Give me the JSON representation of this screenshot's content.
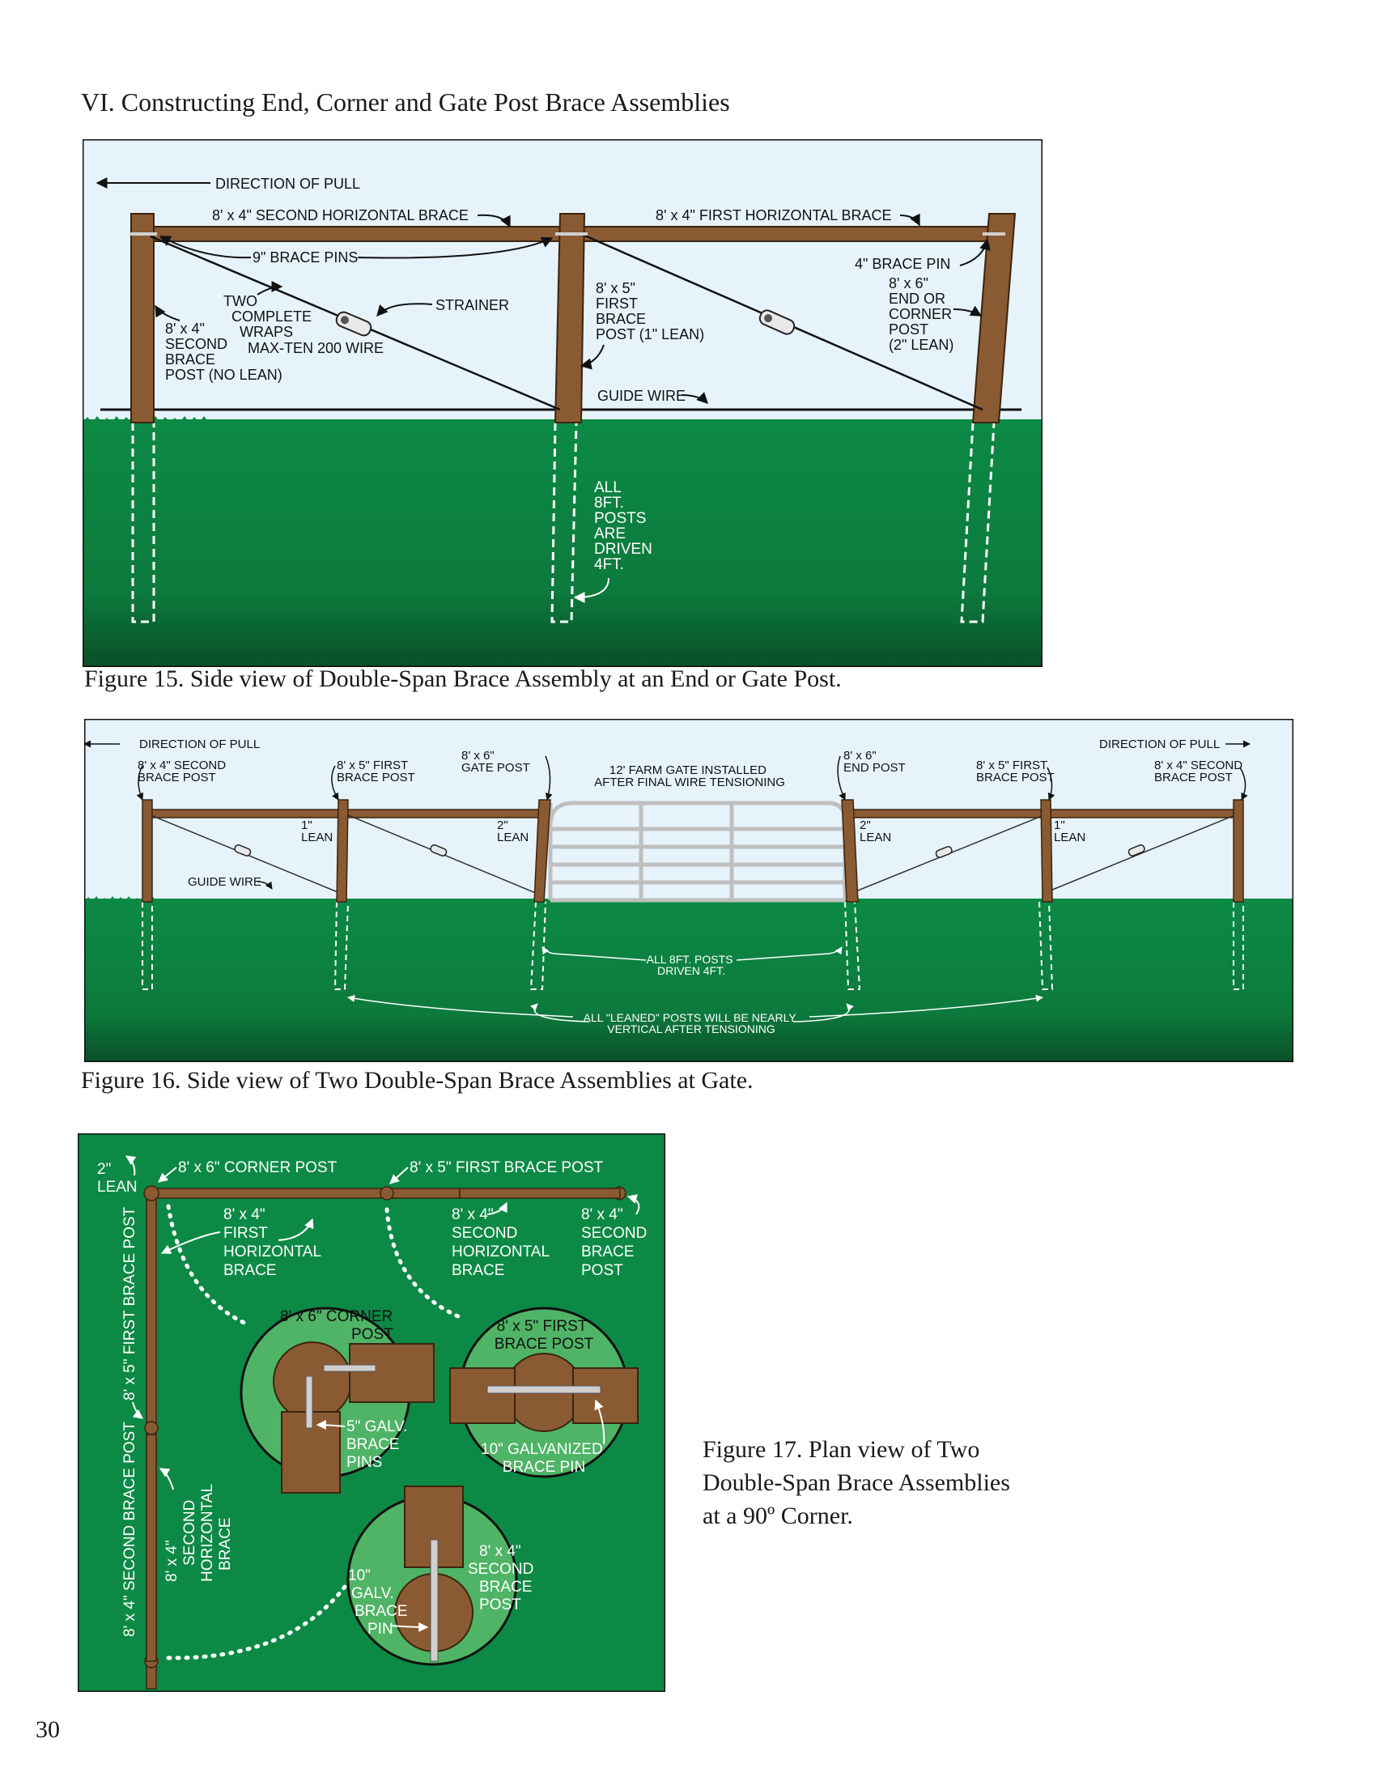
{
  "section_title": "VI. Constructing End, Corner and Gate Post Brace Assemblies",
  "figure15": {
    "caption": "Figure 15. Side view of Double-Span Brace Assembly at an End or Gate Post.",
    "direction_of_pull": "DIRECTION OF PULL",
    "second_horizontal_brace": "8' x 4\" SECOND HORIZONTAL BRACE",
    "first_horizontal_brace": "8' x 4\" FIRST HORIZONTAL BRACE",
    "brace_pins_9": "9\" BRACE PINS",
    "brace_pin_4": "4\" BRACE PIN",
    "strainer": "STRAINER",
    "two_wraps": [
      "TWO",
      "COMPLETE",
      "WRAPS"
    ],
    "max_ten_wire": "MAX-TEN 200 WIRE",
    "second_brace_post": [
      "8' x 4\"",
      "SECOND",
      "BRACE",
      "POST (NO LEAN)"
    ],
    "first_brace_post": [
      "8' x 5\"",
      "FIRST",
      "BRACE",
      "POST (1\" LEAN)"
    ],
    "end_corner_post": [
      "8' x 6\"",
      "END OR",
      "CORNER",
      "POST",
      "(2\" LEAN)"
    ],
    "guide_wire": "GUIDE WIRE",
    "posts_driven": [
      "ALL",
      "8FT.",
      "POSTS",
      "ARE",
      "DRIVEN",
      "4FT."
    ]
  },
  "figure16": {
    "caption": "Figure 16. Side view of Two Double-Span Brace Assemblies at Gate.",
    "direction_of_pull_left": "DIRECTION OF PULL",
    "direction_of_pull_right": "DIRECTION OF PULL",
    "left_second_brace_post": [
      "8' x 4\" SECOND",
      "BRACE POST"
    ],
    "left_first_brace_post": [
      "8' x 5\" FIRST",
      "BRACE POST"
    ],
    "gate_post": [
      "8' x 6\"",
      "GATE POST"
    ],
    "farm_gate": [
      "12' FARM GATE INSTALLED",
      "AFTER FINAL WIRE TENSIONING"
    ],
    "end_post": [
      "8' x 6\"",
      "END POST"
    ],
    "right_first_brace_post": [
      "8' x 5\" FIRST",
      "BRACE POST"
    ],
    "right_second_brace_post": [
      "8' x 4\" SECOND",
      "BRACE POST"
    ],
    "lean_1_left": [
      "1\"",
      "LEAN"
    ],
    "lean_2_left": [
      "2\"",
      "LEAN"
    ],
    "lean_2_right": [
      "2\"",
      "LEAN"
    ],
    "lean_1_right": [
      "1\"",
      "LEAN"
    ],
    "guide_wire": "GUIDE WIRE",
    "posts_driven": [
      "ALL 8FT. POSTS",
      "DRIVEN 4FT."
    ],
    "leaned_vertical": [
      "ALL \"LEANED\" POSTS WILL BE NEARLY",
      "VERTICAL AFTER TENSIONING"
    ]
  },
  "figure17": {
    "caption": [
      "Figure 17. Plan view of Two",
      "Double-Span Brace Assemblies",
      "at a 90º Corner."
    ],
    "lean": [
      "2\"",
      "LEAN"
    ],
    "corner_post": "8' x 6\" CORNER POST",
    "first_brace_post_top": "8' x 5\" FIRST BRACE POST",
    "first_horizontal_brace": [
      "8' x 4\"",
      "FIRST",
      "HORIZONTAL",
      "BRACE"
    ],
    "second_horizontal_brace_top": [
      "8' x 4\"",
      "SECOND",
      "HORIZONTAL",
      "BRACE"
    ],
    "second_brace_post_top": [
      "8' x 4\"",
      "SECOND",
      "BRACE",
      "POST"
    ],
    "first_brace_post_side": "8' x 5\" FIRST BRACE POST",
    "second_brace_post_side": "8' x 4\" SECOND BRACE POST",
    "second_horizontal_brace_side": [
      "8' x 4\"",
      "SECOND",
      "HORIZONTAL",
      "BRACE"
    ],
    "detail_corner": [
      "8' x 6\" CORNER",
      "POST"
    ],
    "detail_pins": [
      "5\" GALV.",
      "BRACE",
      "PINS"
    ],
    "detail_first": [
      "8' x 5\" FIRST",
      "BRACE POST"
    ],
    "detail_pin10": [
      "10\" GALVANIZED",
      "BRACE PIN"
    ],
    "detail_second": [
      "8' x 4\"",
      "SECOND",
      "BRACE",
      "POST"
    ],
    "detail_galv10": [
      "10\"",
      "GALV.",
      "BRACE",
      "PIN"
    ]
  },
  "page_number": "30",
  "colors": {
    "sky": "#e6f3fb",
    "grass": "#0c8a45",
    "grass_dark": "#0a5a2c",
    "wood": "#8a5a32",
    "wood_dark": "#3b2410",
    "detail_green": "#4fb466"
  }
}
